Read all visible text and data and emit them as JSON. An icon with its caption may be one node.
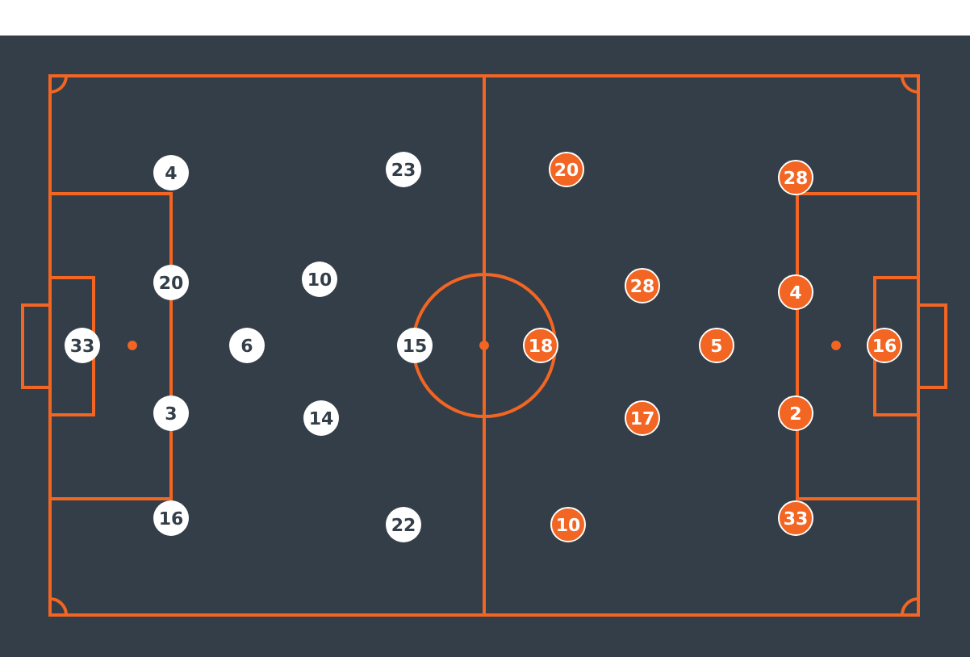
{
  "diagram": {
    "nodes": [
      {
        "text": [
          "4"
        ]
      },
      {
        "text": [
          "23"
        ]
      },
      {
        "text": [
          "20"
        ]
      },
      {
        "text": [
          "10"
        ]
      },
      {
        "text": [
          "33"
        ]
      },
      {
        "text": [
          "6"
        ]
      },
      {
        "text": [
          "15"
        ]
      },
      {
        "text": [
          "3"
        ]
      },
      {
        "text": [
          "14"
        ]
      },
      {
        "text": [
          "16"
        ]
      },
      {
        "text": [
          "22"
        ]
      },
      {
        "text": [
          "20"
        ]
      },
      {
        "text": [
          "28"
        ]
      },
      {
        "text": [
          "28"
        ]
      },
      {
        "text": [
          "4"
        ]
      },
      {
        "text": [
          "18"
        ]
      },
      {
        "text": [
          "5"
        ]
      },
      {
        "text": [
          "16"
        ]
      },
      {
        "text": [
          "17"
        ]
      },
      {
        "text": [
          "2"
        ]
      },
      {
        "text": [
          "10"
        ]
      },
      {
        "text": [
          "33"
        ]
      }
    ]
  }
}
